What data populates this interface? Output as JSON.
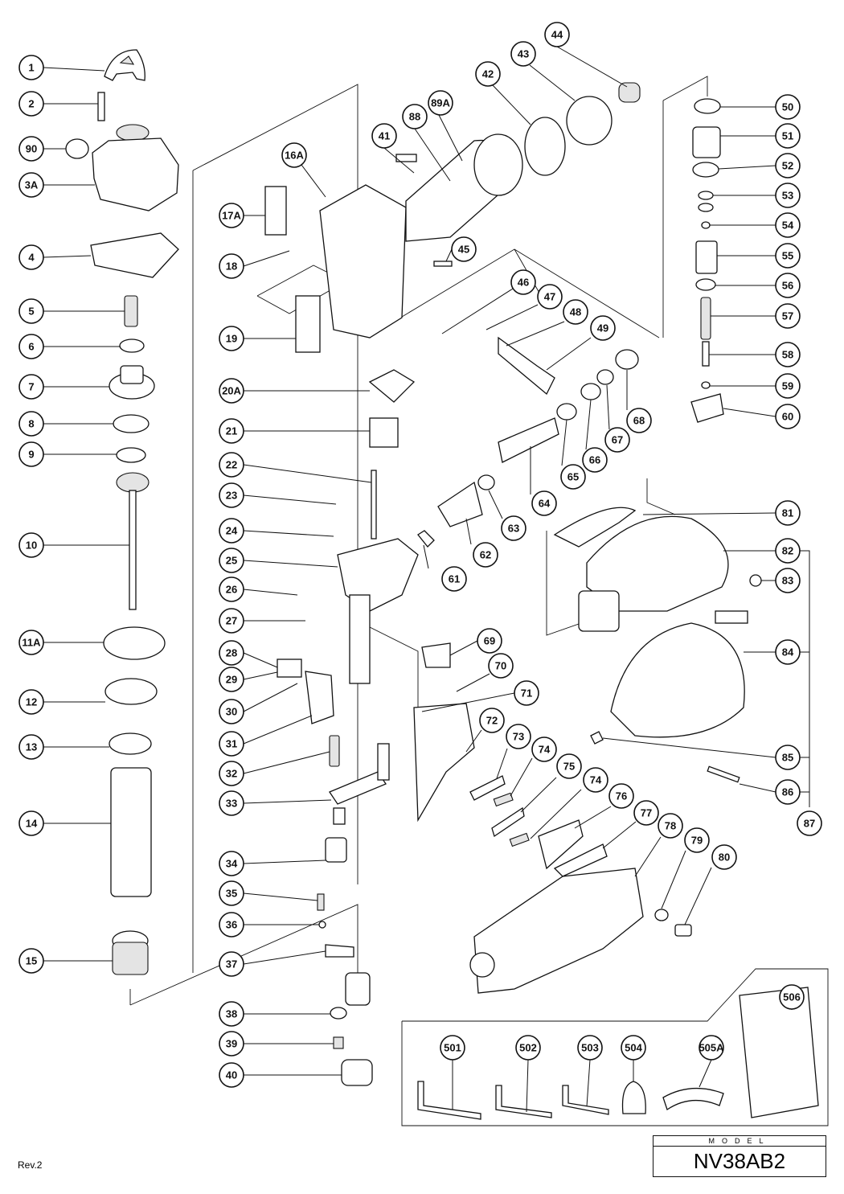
{
  "callouts": [
    "1",
    "2",
    "90",
    "3A",
    "4",
    "5",
    "6",
    "7",
    "8",
    "9",
    "10",
    "11A",
    "12",
    "13",
    "14",
    "15",
    "16A",
    "17A",
    "18",
    "19",
    "20A",
    "21",
    "22",
    "23",
    "24",
    "25",
    "26",
    "27",
    "28",
    "29",
    "30",
    "31",
    "32",
    "33",
    "34",
    "35",
    "36",
    "37",
    "38",
    "39",
    "40",
    "41",
    "88",
    "89A",
    "42",
    "43",
    "44",
    "45",
    "46",
    "47",
    "48",
    "49",
    "50",
    "51",
    "52",
    "53",
    "54",
    "55",
    "56",
    "57",
    "58",
    "59",
    "60",
    "61",
    "62",
    "63",
    "64",
    "65",
    "66",
    "67",
    "68",
    "69",
    "70",
    "71",
    "72",
    "73",
    "74",
    "75",
    "76",
    "77",
    "78",
    "79",
    "80",
    "81",
    "82",
    "83",
    "84",
    "85",
    "86",
    "87",
    "501",
    "502",
    "503",
    "504",
    "505A",
    "506"
  ],
  "model": {
    "label": "MODEL",
    "name": "NV38AB2"
  },
  "revision": "Rev.2"
}
